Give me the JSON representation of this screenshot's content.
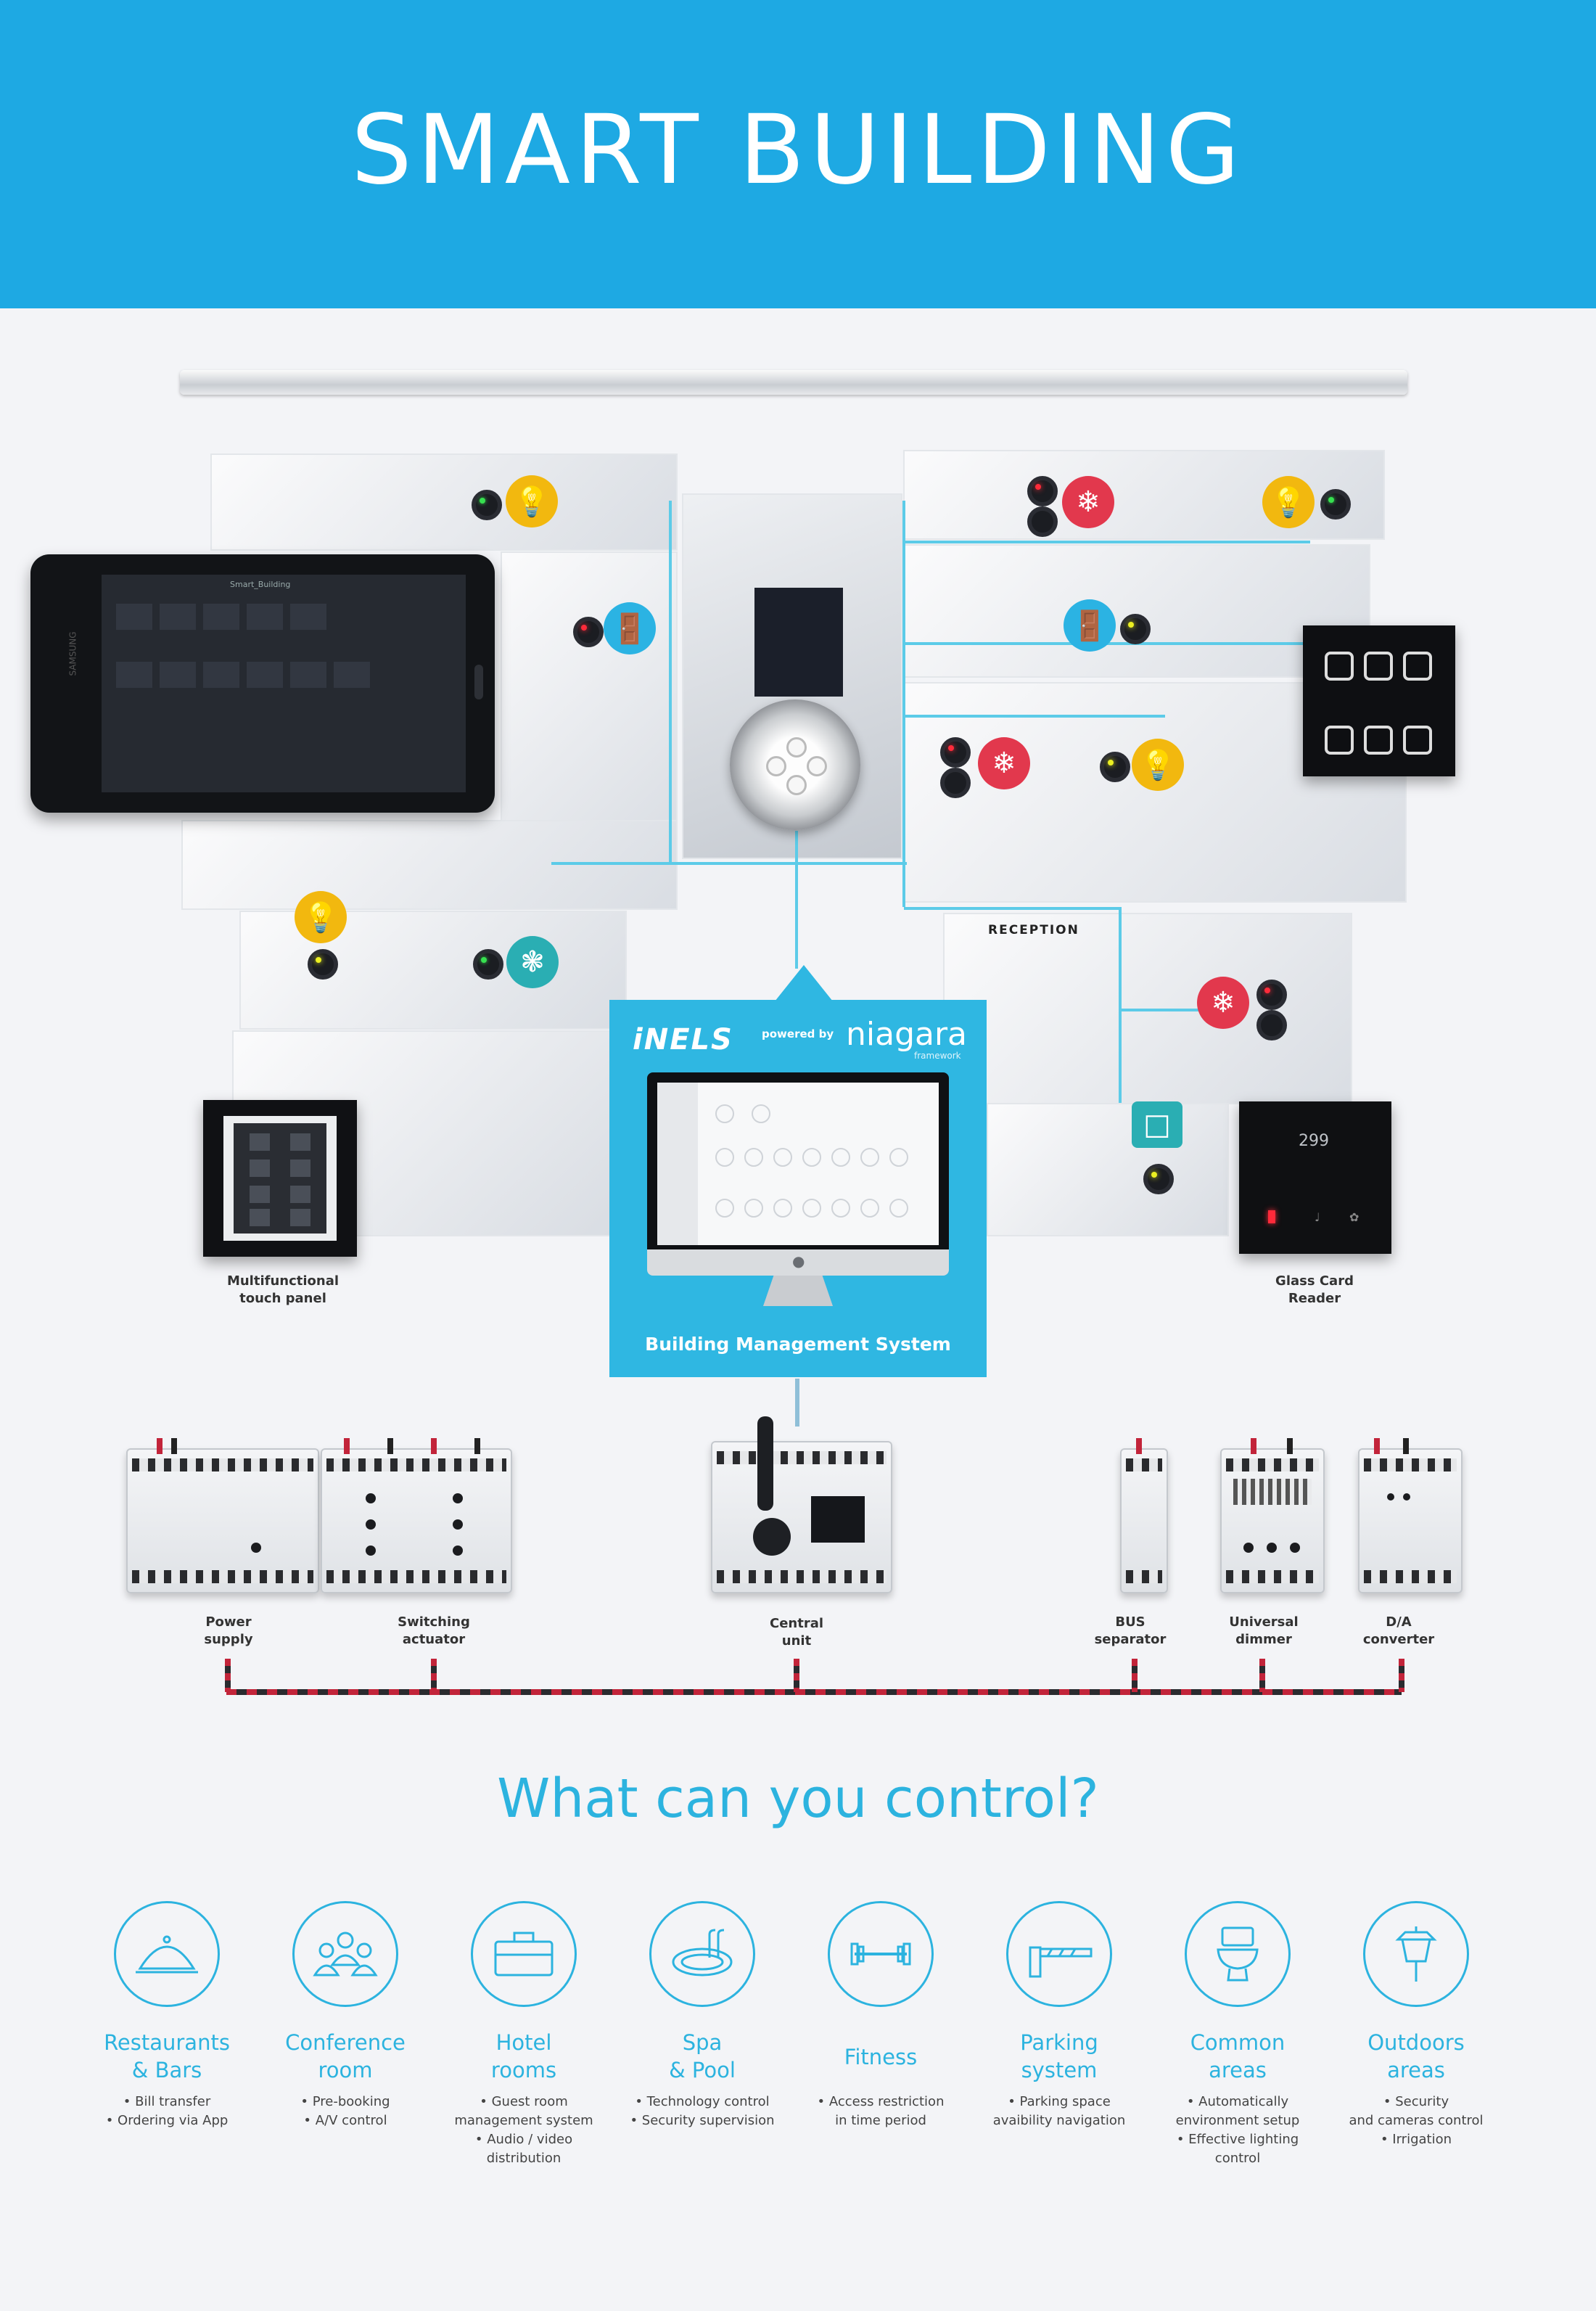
{
  "header": {
    "title": "SMART BUILDING"
  },
  "devices": {
    "tablet_brand": "SAMSUNG",
    "tablet_screen_title": "Smart_Building",
    "reception_label": "RECEPTION",
    "bms_logo": "iNELS",
    "bms_powered_by": "powered by",
    "bms_niagara": "niagara",
    "bms_framework": "framework",
    "bms_title": "Building Management System",
    "card_reader_number": "299",
    "touch_panel_caption": [
      "Multifunctional",
      "touch panel"
    ],
    "card_reader_caption": [
      "Glass Card",
      "Reader"
    ]
  },
  "modules": [
    {
      "label": [
        "Power",
        "supply"
      ]
    },
    {
      "label": [
        "Switching",
        "actuator"
      ]
    },
    {
      "label": [
        "Central",
        "unit"
      ]
    },
    {
      "label": [
        "BUS",
        "separator"
      ]
    },
    {
      "label": [
        "Universal",
        "dimmer"
      ]
    },
    {
      "label": [
        "D/A",
        "converter"
      ]
    }
  ],
  "control": {
    "question": "What can you control?",
    "categories": [
      {
        "icon": "cloche-icon",
        "name": [
          "Restaurants",
          "& Bars"
        ],
        "desc": [
          "• Bill transfer",
          "• Ordering via App"
        ]
      },
      {
        "icon": "people-icon",
        "name": [
          "Conference",
          "room"
        ],
        "desc": [
          "• Pre-booking",
          "• A/V control"
        ]
      },
      {
        "icon": "briefcase-icon",
        "name": [
          "Hotel",
          "rooms"
        ],
        "desc": [
          "• Guest room",
          "management system",
          "• Audio / video",
          "distribution"
        ]
      },
      {
        "icon": "pool-icon",
        "name": [
          "Spa",
          "& Pool"
        ],
        "desc": [
          "• Technology control",
          "• Security supervision"
        ]
      },
      {
        "icon": "dumbbell-icon",
        "name": [
          "Fitness"
        ],
        "desc": [
          "• Access restriction",
          "in time period"
        ]
      },
      {
        "icon": "barrier-icon",
        "name": [
          "Parking",
          "system"
        ],
        "desc": [
          "• Parking space",
          "avaibility navigation"
        ]
      },
      {
        "icon": "toilet-icon",
        "name": [
          "Common",
          "areas"
        ],
        "desc": [
          "• Automatically",
          "environment setup",
          "• Effective lighting",
          "control"
        ]
      },
      {
        "icon": "lantern-icon",
        "name": [
          "Outdoors",
          "areas"
        ],
        "desc": [
          "• Security",
          "and cameras control",
          "• Irrigation"
        ]
      }
    ]
  },
  "colors": {
    "header_blue": "#1ea9e3",
    "accent_cyan": "#2cb3df",
    "badge_yellow": "#f2b80f",
    "badge_red": "#e2384d"
  }
}
